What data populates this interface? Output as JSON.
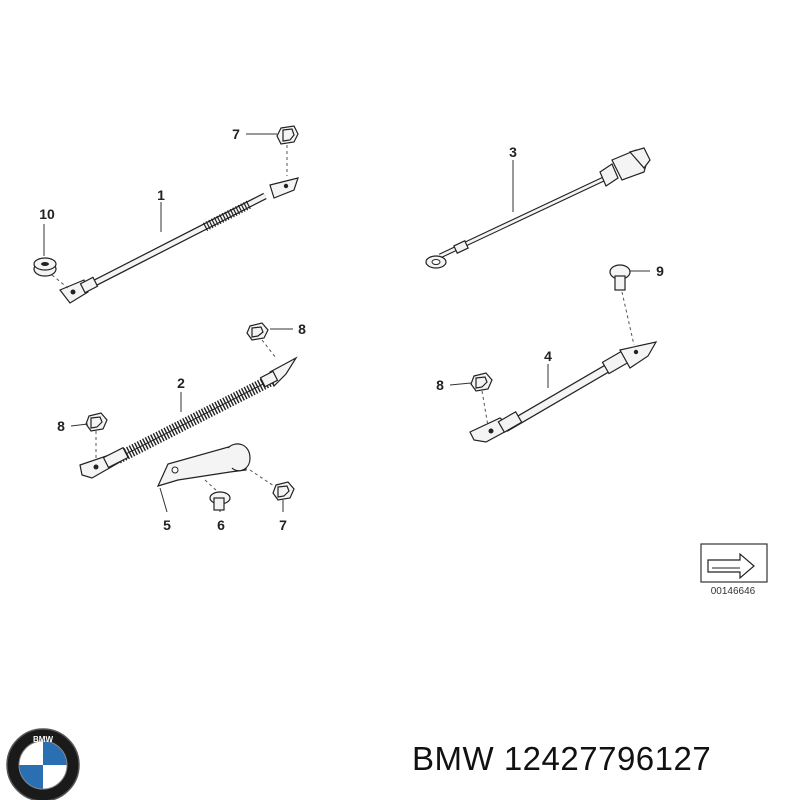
{
  "diagram": {
    "callouts": [
      "1",
      "2",
      "3",
      "4",
      "5",
      "6",
      "7",
      "7",
      "8",
      "8",
      "8",
      "9",
      "10"
    ],
    "doc_number": "00146646"
  },
  "footer": {
    "brand": "BMW",
    "part_number": "12427796127"
  },
  "logo": {
    "letters": "BMW",
    "colors": {
      "ring": "#1a1a1a",
      "blue": "#2b6fb3",
      "white": "#ffffff"
    }
  }
}
